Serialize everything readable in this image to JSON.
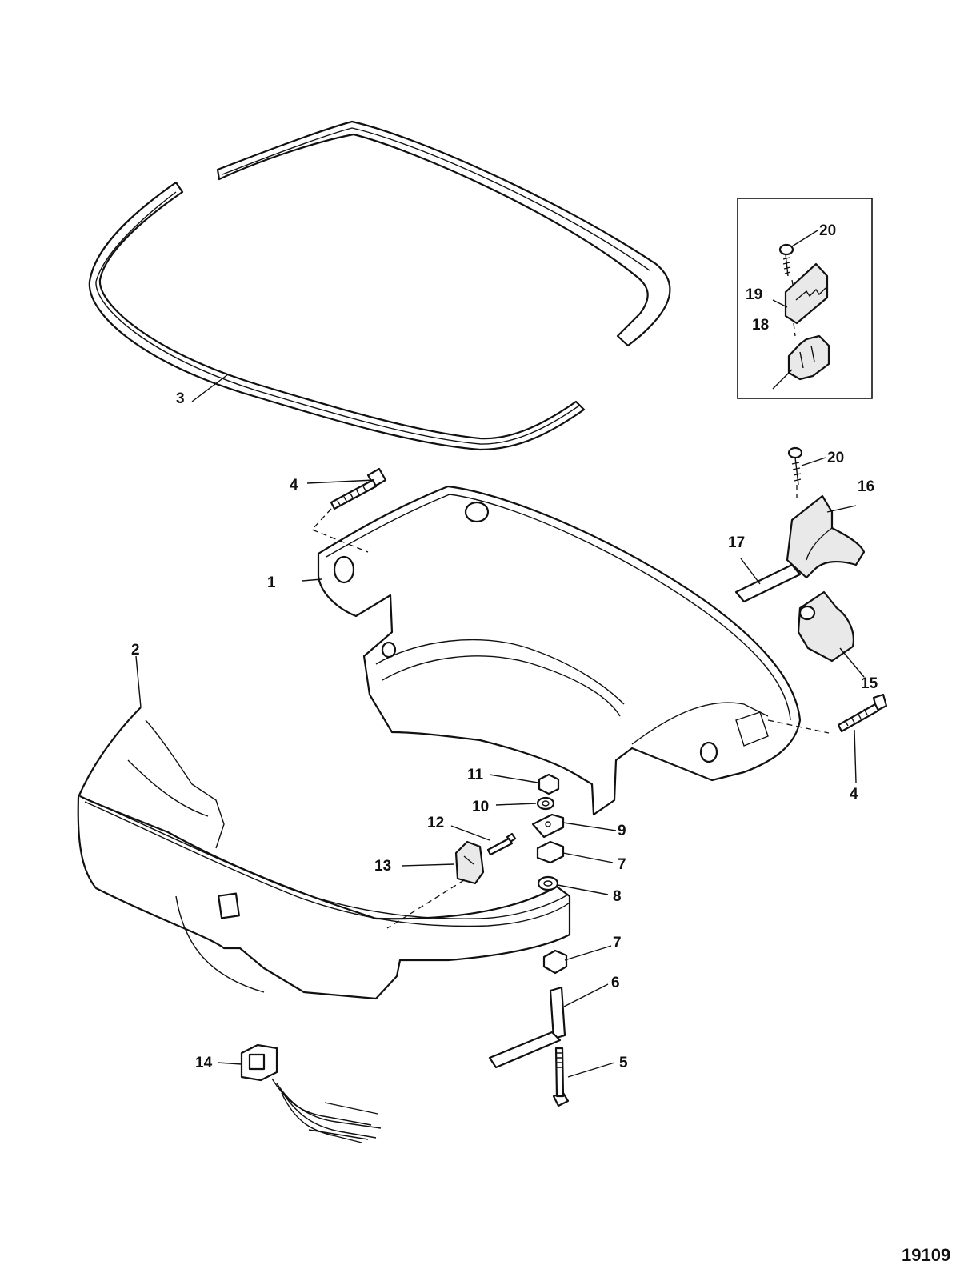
{
  "callouts": {
    "c1": "1",
    "c2": "2",
    "c3": "3",
    "c4a": "4",
    "c4b": "4",
    "c5": "5",
    "c6": "6",
    "c7a": "7",
    "c7b": "7",
    "c8": "8",
    "c9": "9",
    "c10": "10",
    "c11": "11",
    "c12": "12",
    "c13": "13",
    "c14": "14",
    "c15": "15",
    "c16": "16",
    "c17": "17",
    "c18": "18",
    "c19": "19",
    "c20a": "20",
    "c20b": "20"
  },
  "figure_number": "19109"
}
